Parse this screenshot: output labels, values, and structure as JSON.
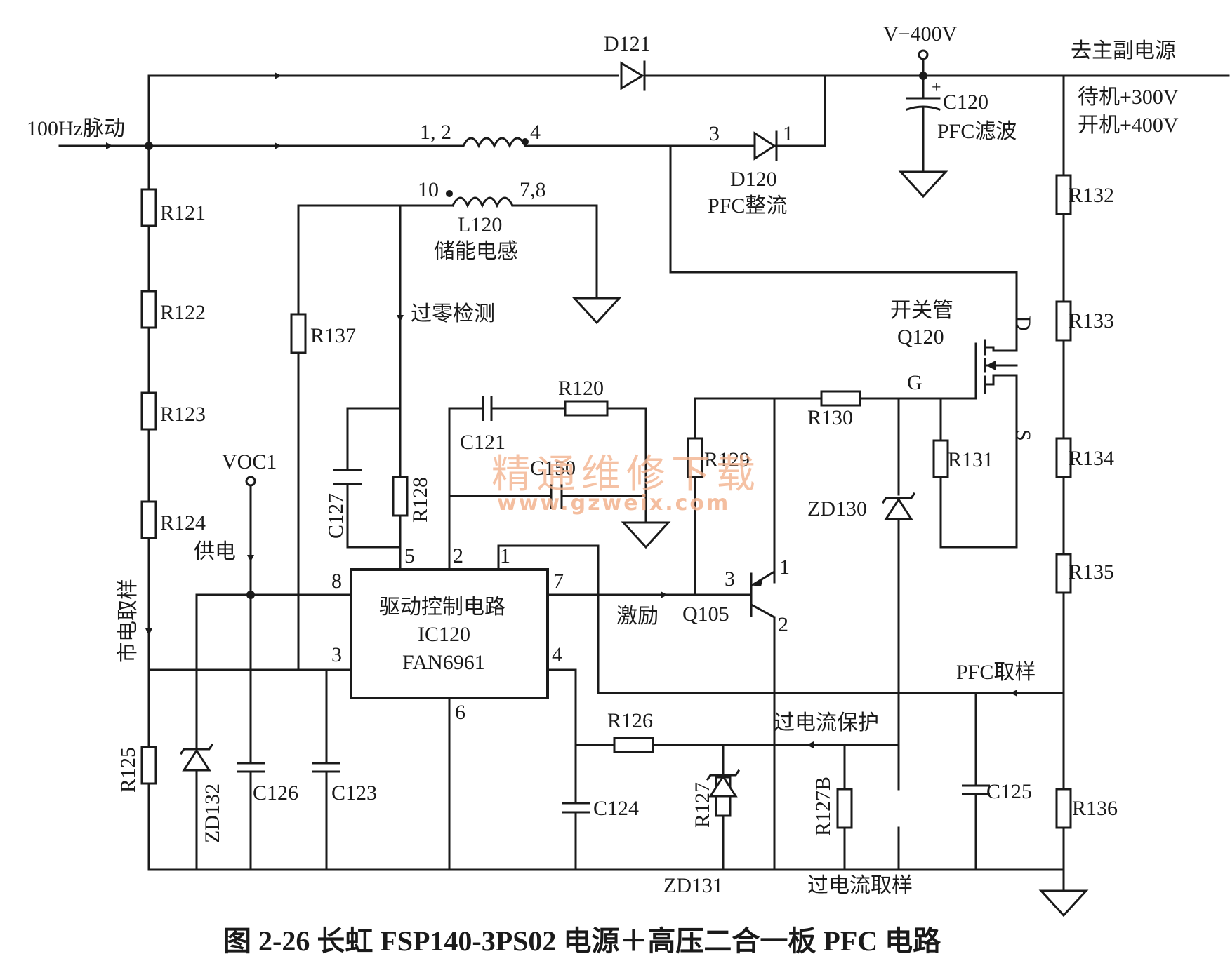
{
  "caption": "图 2-26 长虹 FSP140-3PS02 电源＋高压二合一板 PFC 电路",
  "nodes": {
    "input": "100Hz脉动",
    "output": "去主副电源",
    "v400": "V−400V",
    "standby": "待机+300V",
    "on": "开机+400V",
    "voc1": "VOC1",
    "supply": "供电",
    "mains_sample": "市电取样",
    "zero_detect": "过零检测",
    "excite": "激励",
    "pfc_sample": "PFC取样",
    "ocp": "过电流保护",
    "oc_sample": "过电流取样"
  },
  "components": {
    "D121": "D121",
    "D120": "D120",
    "D120_desc": "PFC整流",
    "C120": "C120",
    "C120_desc": "PFC滤波",
    "L120": "L120",
    "L120_desc": "储能电感",
    "Q120_desc": "开关管",
    "Q120": "Q120",
    "Q105": "Q105",
    "R120": "R120",
    "R121": "R121",
    "R122": "R122",
    "R123": "R123",
    "R124": "R124",
    "R125": "R125",
    "R126": "R126",
    "R127": "R127",
    "R127B": "R127B",
    "R128": "R128",
    "R129": "R129",
    "R130": "R130",
    "R131": "R131",
    "R132": "R132",
    "R133": "R133",
    "R134": "R134",
    "R135": "R135",
    "R136": "R136",
    "R137": "R137",
    "C121": "C121",
    "C123": "C123",
    "C124": "C124",
    "C125": "C125",
    "C126": "C126",
    "C127": "C127",
    "C150": "C150",
    "ZD130": "ZD130",
    "ZD131": "ZD131",
    "ZD132": "ZD132"
  },
  "ic": {
    "line1": "驱动控制电路",
    "line2": "IC120",
    "line3": "FAN6961"
  },
  "pins": {
    "p1": "1",
    "p2": "2",
    "p3": "3",
    "p4": "4",
    "p5": "5",
    "p6": "6",
    "p7": "7",
    "p8": "8",
    "l_12": "1, 2",
    "l_4": "4",
    "l_10": "10",
    "l_78": "7,8",
    "d_3": "3",
    "d_1": "1",
    "q_D": "D",
    "q_G": "G",
    "q_S": "S",
    "t_1": "1",
    "t_2": "2",
    "t_3": "3"
  },
  "watermark": {
    "cn": "精通维修下载",
    "url": "www.gzweix.com"
  }
}
